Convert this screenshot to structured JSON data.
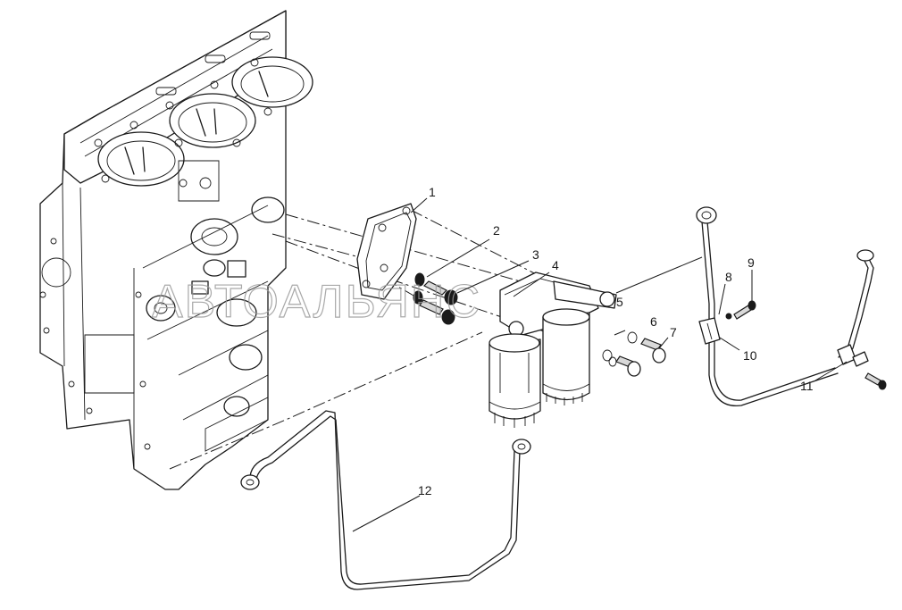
{
  "watermark": "АВТОАЛЬЯНС",
  "callouts": [
    {
      "id": "1",
      "label": "1"
    },
    {
      "id": "2",
      "label": "2"
    },
    {
      "id": "3",
      "label": "3"
    },
    {
      "id": "4",
      "label": "4"
    },
    {
      "id": "5",
      "label": "5"
    },
    {
      "id": "6",
      "label": "6"
    },
    {
      "id": "7",
      "label": "7"
    },
    {
      "id": "8",
      "label": "8"
    },
    {
      "id": "9",
      "label": "9"
    },
    {
      "id": "10",
      "label": "10"
    },
    {
      "id": "11",
      "label": "11"
    },
    {
      "id": "12",
      "label": "12"
    }
  ]
}
